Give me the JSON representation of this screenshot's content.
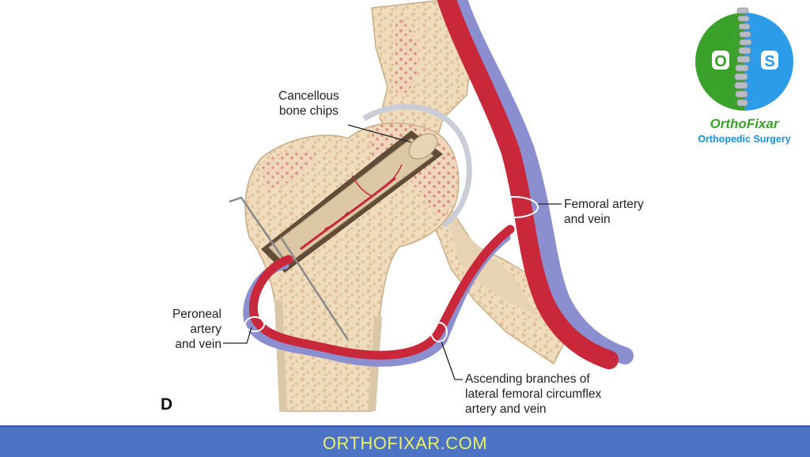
{
  "diagram": {
    "panel_letter": "D",
    "labels": {
      "cancellous": [
        "Cancellous",
        "bone chips"
      ],
      "femoral": [
        "Femoral artery",
        "and vein"
      ],
      "peroneal": [
        "Peroneal",
        "artery",
        "and vein"
      ],
      "ascending": [
        "Ascending branches of",
        "lateral femoral circumflex",
        "artery and vein"
      ]
    },
    "colors": {
      "bone": "#f0e1c4",
      "bone_dark": "#e3c9a6",
      "marrow_spots": "#d98b7a",
      "artery": "#c8283a",
      "vein": "#8c8fcf",
      "graft": "#dccaa8"
    }
  },
  "logo": {
    "letters": [
      "O",
      "S"
    ],
    "brand": "OrthoFixar",
    "tagline": "Orthopedic Surgery",
    "colors": {
      "green": "#3aa22a",
      "blue": "#2c9be8"
    }
  },
  "footer": {
    "text": "ORTHOFIXAR.COM",
    "bar_color": "#4d73c4",
    "text_color": "#e8f06a"
  }
}
